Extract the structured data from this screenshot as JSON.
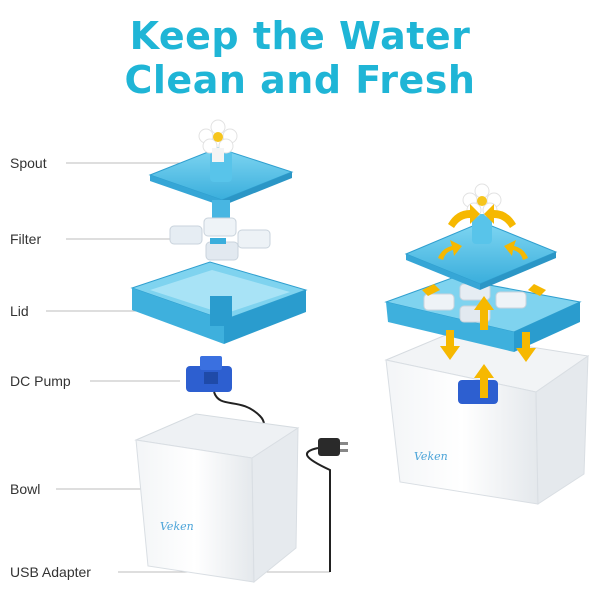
{
  "headline": {
    "line1": "Keep the Water",
    "line2": "Clean and Fresh"
  },
  "labels": {
    "spout": "Spout",
    "filter": "Filter",
    "lid": "Lid",
    "pump": "DC Pump",
    "bowl": "Bowl",
    "adapter": "USB Adapter"
  },
  "brand": "Veken",
  "colors": {
    "accent": "#1fb5d6",
    "part_blue": "#4cc0e6",
    "pump": "#2d5fd0",
    "arrow": "#f6b800"
  }
}
